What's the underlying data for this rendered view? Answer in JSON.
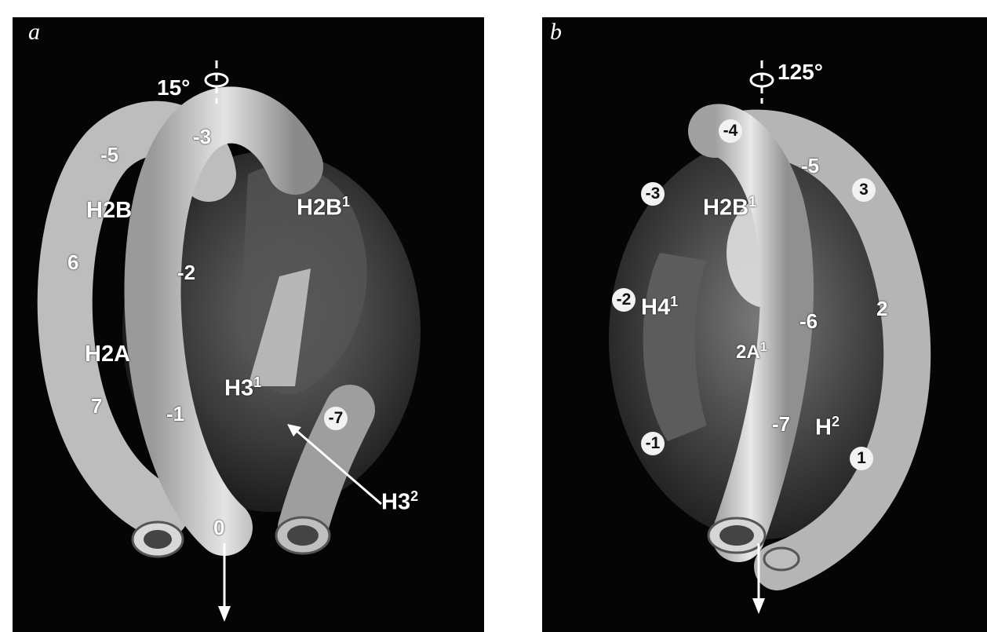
{
  "panel_a": {
    "letter": "a",
    "rotation": "15°",
    "labels": {
      "h2b": "H2B",
      "h2b1": "H2B",
      "h2b1_sup": "1",
      "h2a": "H2A",
      "h3_1": "H3",
      "h3_1_sup": "1",
      "h3_2": "H3",
      "h3_2_sup": "2"
    },
    "positions": {
      "p5": "-5",
      "p3": "-3",
      "p6": "6",
      "p2": "-2",
      "p7": "7",
      "p1": "-1",
      "p7neg": "-7",
      "p0": "0"
    }
  },
  "panel_b": {
    "letter": "b",
    "rotation": "125°",
    "labels": {
      "h2b1": "H2B",
      "h2b1_sup": "1",
      "h4_1": "H4",
      "h4_1_sup": "1",
      "h2a1": "2A",
      "h2a1_sup": "1",
      "h_partial": "H",
      "h_partial_sup": "2"
    },
    "positions": {
      "p4": "-4",
      "p5": "-5",
      "p3": "3",
      "p3neg": "-3",
      "p2neg": "-2",
      "p6neg": "-6",
      "p2": "2",
      "p1neg": "-1",
      "p7neg": "-7",
      "p1": "1"
    }
  }
}
